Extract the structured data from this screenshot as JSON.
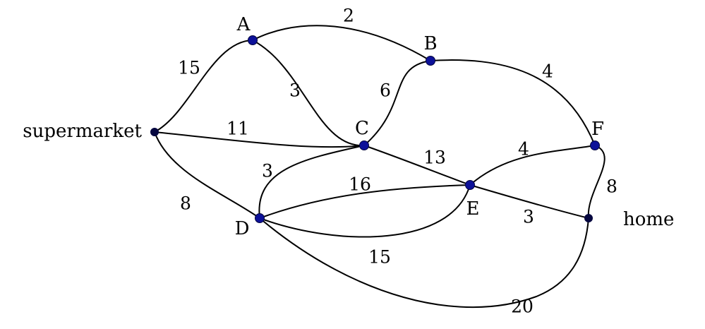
{
  "colors": {
    "node_fill": "#0d1199",
    "node_stroke": "#05063f",
    "edge": "#000000",
    "text": "#000000"
  },
  "nodes": [
    {
      "id": "supermarket",
      "label": "supermarket"
    },
    {
      "id": "A",
      "label": "A"
    },
    {
      "id": "B",
      "label": "B"
    },
    {
      "id": "C",
      "label": "C"
    },
    {
      "id": "D",
      "label": "D"
    },
    {
      "id": "E",
      "label": "E"
    },
    {
      "id": "F",
      "label": "F"
    },
    {
      "id": "home",
      "label": "home"
    }
  ],
  "edges": [
    {
      "from": "supermarket",
      "to": "A",
      "weight": "15"
    },
    {
      "from": "A",
      "to": "B",
      "weight": "2"
    },
    {
      "from": "A",
      "to": "C",
      "weight": "3"
    },
    {
      "from": "B",
      "to": "C",
      "weight": "6"
    },
    {
      "from": "B",
      "to": "F",
      "weight": "4"
    },
    {
      "from": "supermarket",
      "to": "C",
      "weight": "11"
    },
    {
      "from": "C",
      "to": "E",
      "weight": "13"
    },
    {
      "from": "C",
      "to": "D",
      "weight": "3"
    },
    {
      "from": "D",
      "to": "E",
      "weight": "16"
    },
    {
      "from": "D",
      "to": "E",
      "weight": "15"
    },
    {
      "from": "supermarket",
      "to": "D",
      "weight": "8"
    },
    {
      "from": "E",
      "to": "F",
      "weight": "4"
    },
    {
      "from": "E",
      "to": "home",
      "weight": "3"
    },
    {
      "from": "F",
      "to": "home",
      "weight": "8"
    },
    {
      "from": "D",
      "to": "home",
      "weight": "20"
    }
  ]
}
